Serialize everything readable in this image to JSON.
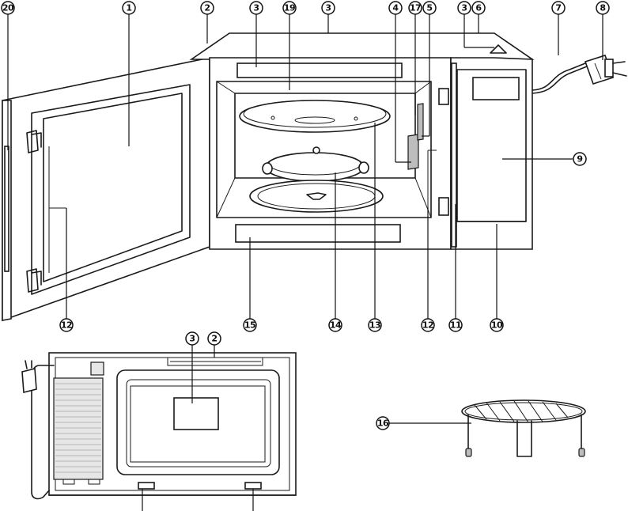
{
  "callouts": {
    "c1": "1",
    "c2": "2",
    "c3": "3",
    "c4": "4",
    "c5": "5",
    "c6": "6",
    "c7": "7",
    "c8": "8",
    "c9": "9",
    "c10": "10",
    "c11": "11",
    "c12": "12",
    "c13": "13",
    "c14": "14",
    "c15": "15",
    "c16": "16",
    "c17": "17",
    "c19": "19",
    "c20": "20"
  },
  "colors": {
    "line": "#1a1a1a",
    "panel_grey": "#bdbdbd",
    "background": "#ffffff"
  }
}
